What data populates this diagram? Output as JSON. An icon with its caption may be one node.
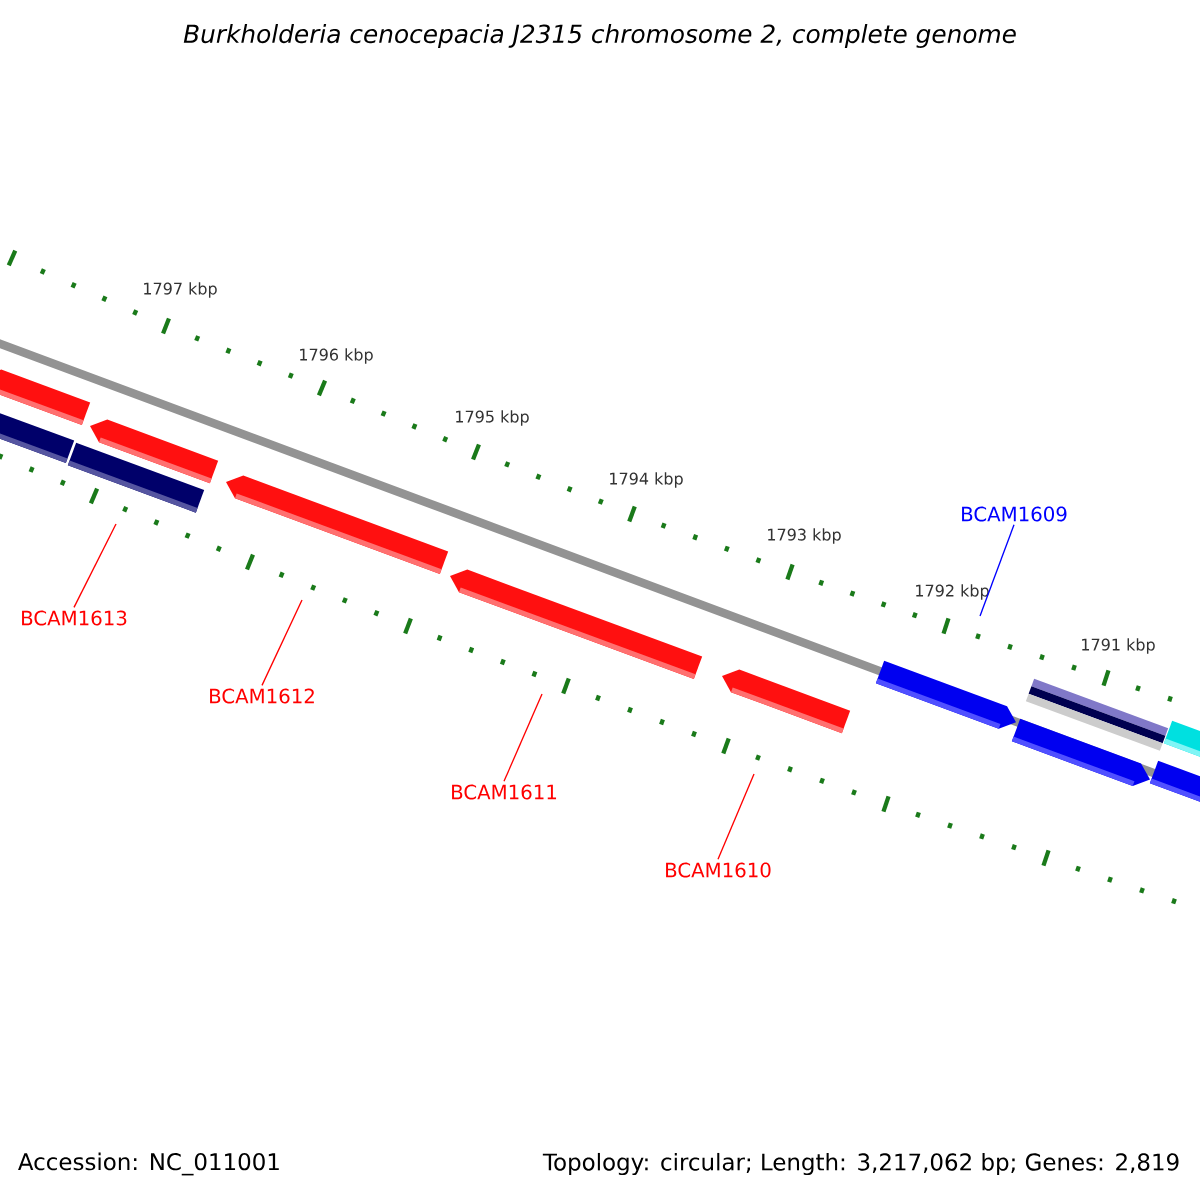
{
  "diagram": {
    "title": "Burkholderia cenocepacia J2315 chromosome 2, complete genome",
    "nodes": [
      {
        "text": [
          "BCAM1609"
        ]
      },
      {
        "text": [
          "BCAM1613"
        ]
      },
      {
        "text": [
          "BCAM1612"
        ]
      },
      {
        "text": [
          "BCAM1611"
        ]
      },
      {
        "text": [
          "BCAM1610"
        ]
      }
    ],
    "edges": [
      {
        "from": 0,
        "to": null,
        "arrow": "none",
        "color": "#0000ff"
      },
      {
        "from": 1,
        "to": null,
        "arrow": "none"
      },
      {
        "from": 2,
        "to": null,
        "arrow": "none"
      },
      {
        "from": 3,
        "to": null,
        "arrow": "none"
      },
      {
        "from": 4,
        "to": null,
        "arrow": "none"
      }
    ],
    "labels": [
      "1797 kbp",
      "1796 kbp",
      "1795 kbp",
      "1794 kbp",
      "1793 kbp",
      "1792 kbp",
      "1791 kbp",
      "Accession: NC_011001",
      "Topology: circular; Length: 3,217,062 bp; Genes: 2,819"
    ]
  }
}
